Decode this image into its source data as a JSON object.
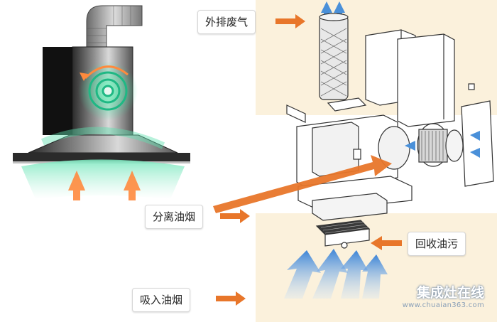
{
  "labels": {
    "exhaust": "外排废气",
    "separate": "分离油烟",
    "recycle": "回收油污",
    "intake": "吸入油烟"
  },
  "watermark": {
    "name": "集成灶在线",
    "url": "www.chuaian363.com"
  },
  "colors": {
    "panel": "#fbf1dc",
    "arrow_orange": "#e8762a",
    "airflow_blue": "#4a90d9",
    "smoke_green": "#3fd29a"
  }
}
